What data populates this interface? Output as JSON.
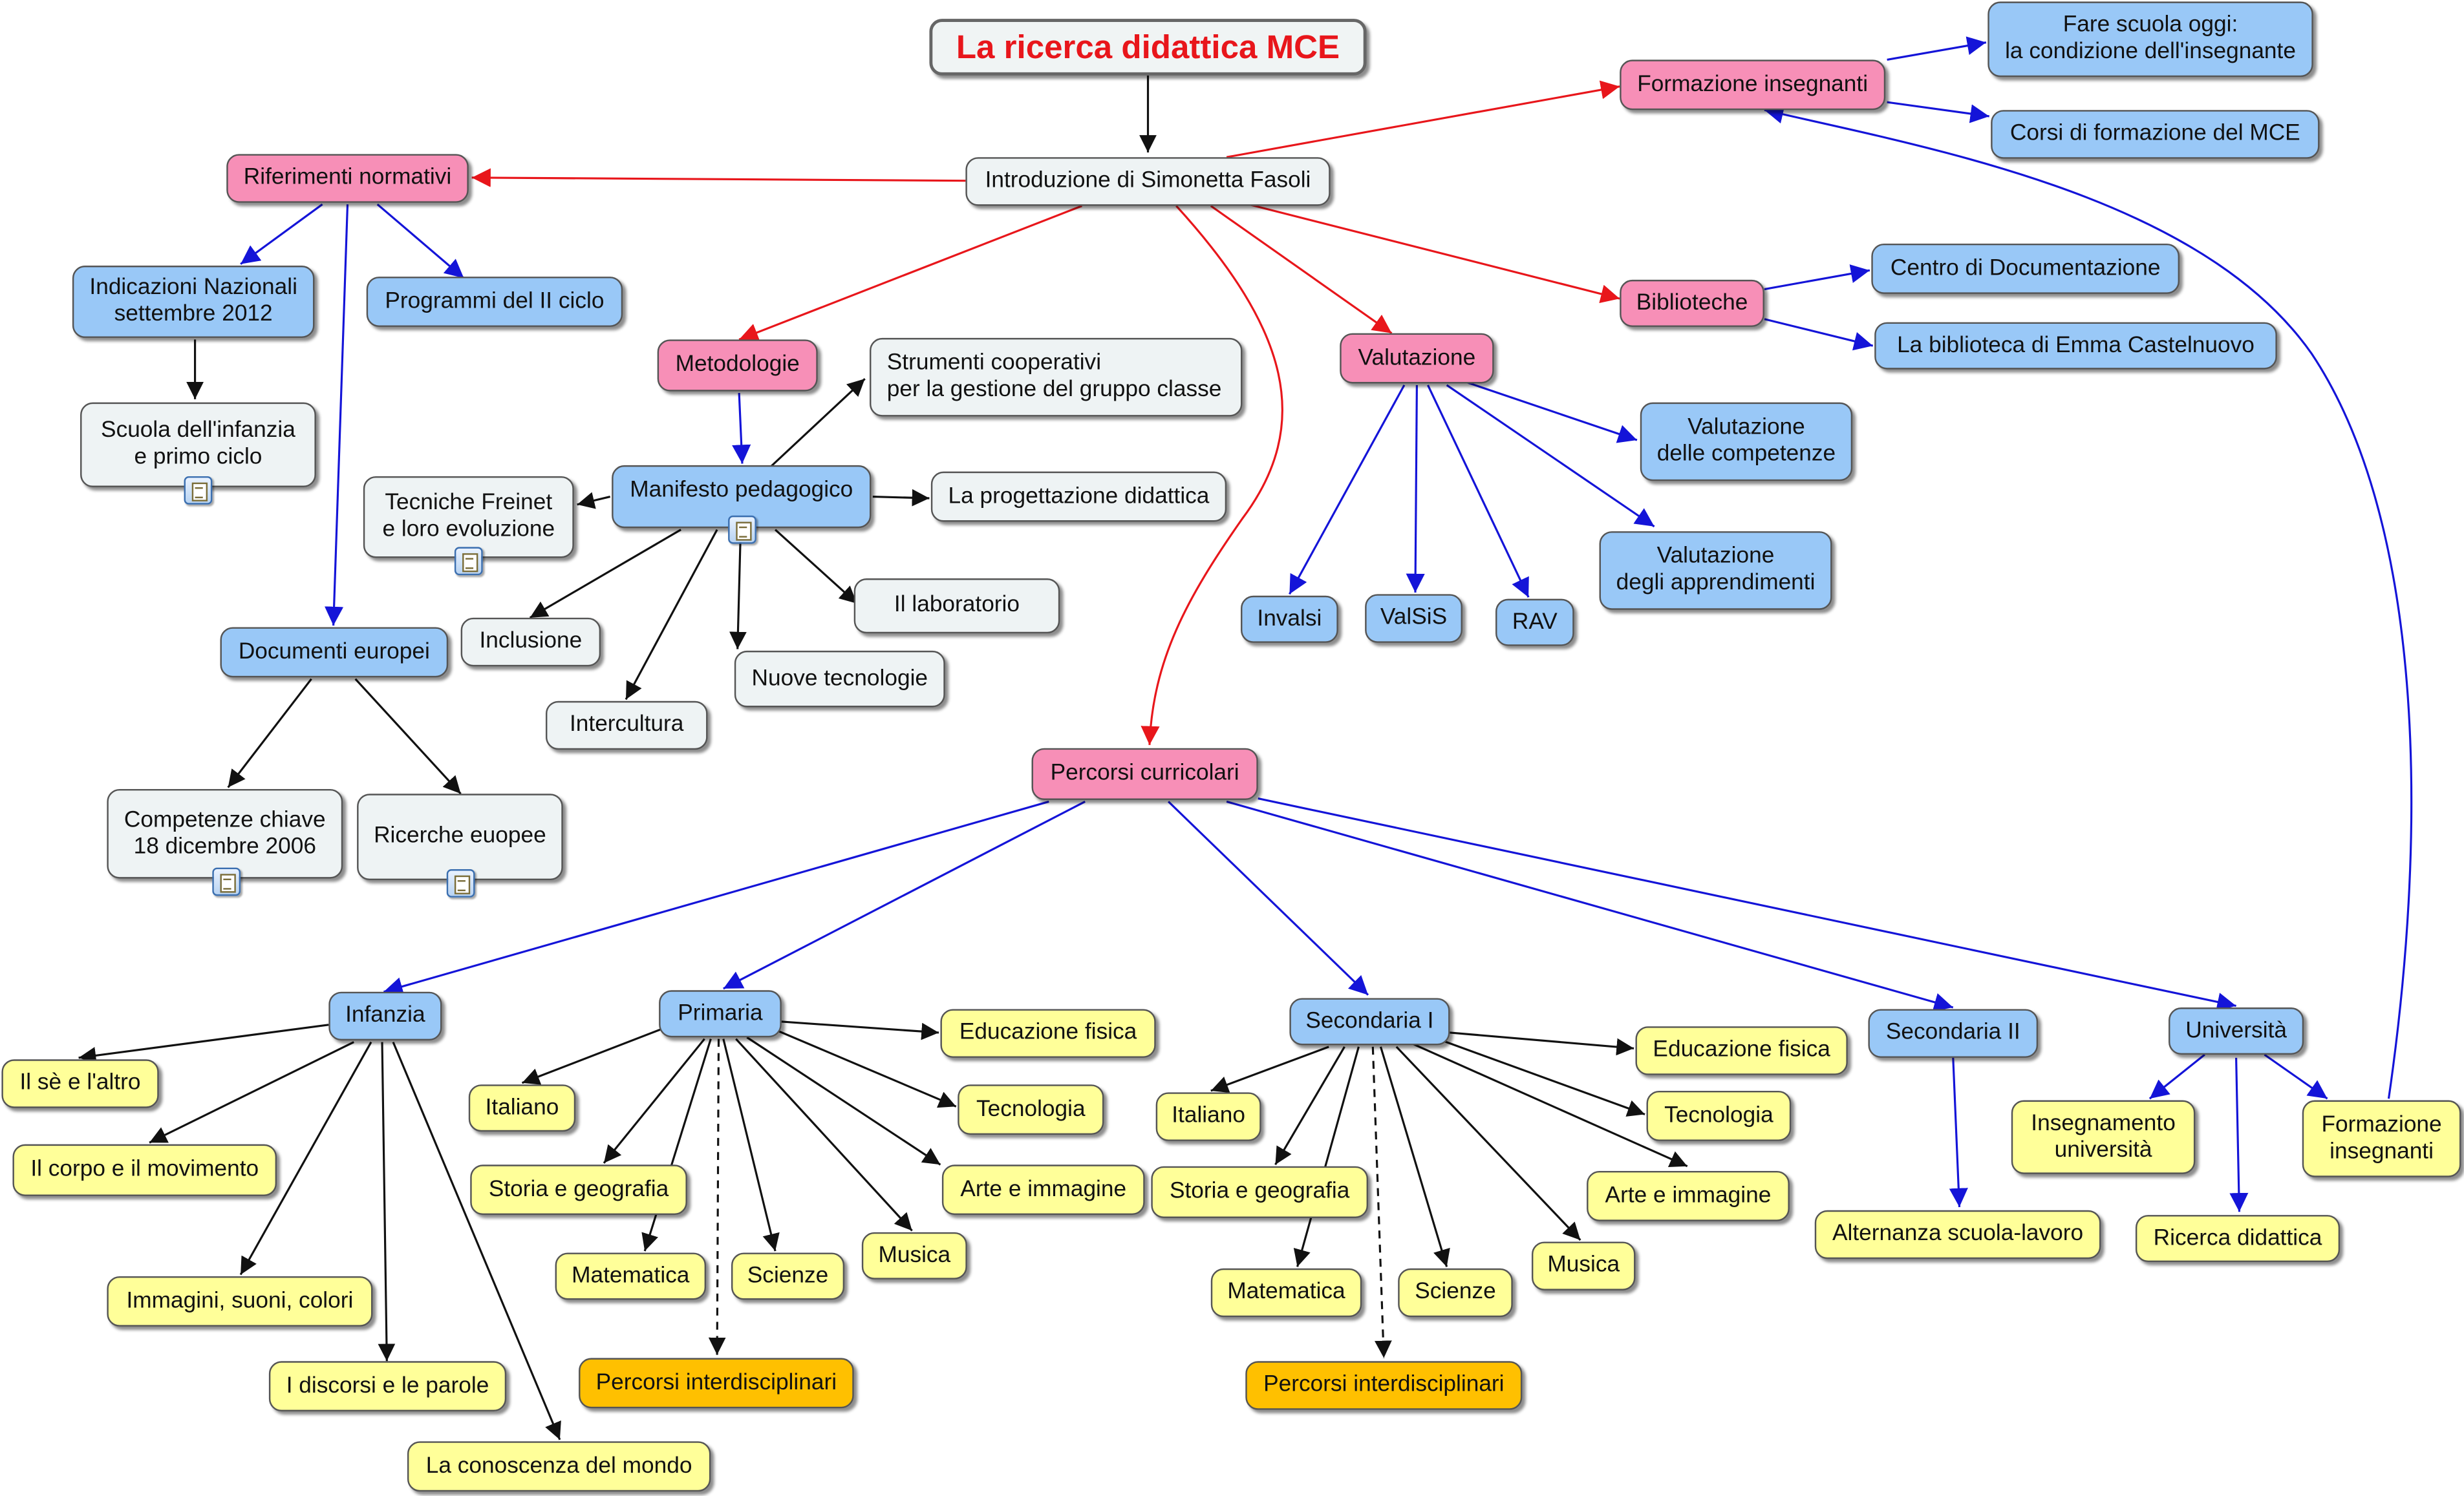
{
  "diagram": {
    "title": "La ricerca didattica MCE",
    "colors": {
      "red_link": "#e8161b",
      "blue_link": "#1414d8",
      "black_link": "#111111",
      "pink_node": "#f78fb7",
      "blue_node": "#99c8f7",
      "grey_node": "#eef3f4",
      "yellow_node": "#ffff99",
      "orange_node": "#ffc000"
    },
    "nodes": {
      "introduzione": "Introduzione di Simonetta Fasoli",
      "riferimenti": "Riferimenti normativi",
      "indicazioni": "Indicazioni Nazionali\nsettembre 2012",
      "programmi": "Programmi del II ciclo",
      "scuola_infanzia": "Scuola dell'infanzia\ne primo ciclo",
      "documenti_europei": "Documenti europei",
      "competenze_chiave": "Competenze chiave\n18 dicembre 2006",
      "ricerche_europee": "Ricerche euopee",
      "metodologie": "Metodologie",
      "strumenti": "Strumenti cooperativi\nper la gestione del gruppo classe",
      "manifesto": "Manifesto pedagogico",
      "tecniche_freinet": "Tecniche Freinet\ne loro evoluzione",
      "progettazione": "La progettazione didattica",
      "laboratorio": "Il laboratorio",
      "inclusione": "Inclusione",
      "nuove_tecnologie": "Nuove tecnologie",
      "intercultura": "Intercultura",
      "valutazione": "Valutazione",
      "val_competenze": "Valutazione\ndelle competenze",
      "val_apprendimenti": "Valutazione\ndegli apprendimenti",
      "invalsi": "Invalsi",
      "valsis": "ValSiS",
      "rav": "RAV",
      "biblioteche": "Biblioteche",
      "centro_doc": "Centro di Documentazione",
      "biblioteca_emma": "La biblioteca di Emma Castelnuovo",
      "formazione": "Formazione insegnanti",
      "fare_scuola": "Fare scuola oggi:\nla condizione dell'insegnante",
      "corsi": "Corsi di formazione del MCE",
      "percorsi": "Percorsi curricolari",
      "infanzia": "Infanzia",
      "se_altro": "Il sè e l'altro",
      "corpo": "Il corpo e il movimento",
      "immagini": "Immagini, suoni, colori",
      "discorsi": "I discorsi e le parole",
      "conoscenza": "La conoscenza del mondo",
      "primaria": "Primaria",
      "p_italiano": "Italiano",
      "p_storia": "Storia e geografia",
      "p_matematica": "Matematica",
      "p_scienze": "Scienze",
      "p_musica": "Musica",
      "p_arte": "Arte e immagine",
      "p_tecnologia": "Tecnologia",
      "p_ed_fisica": "Educazione fisica",
      "p_interdisc": "Percorsi interdisciplinari",
      "secondaria1": "Secondaria I",
      "s_italiano": "Italiano",
      "s_storia": "Storia e geografia",
      "s_matematica": "Matematica",
      "s_scienze": "Scienze",
      "s_musica": "Musica",
      "s_arte": "Arte e immagine",
      "s_tecnologia": "Tecnologia",
      "s_ed_fisica": "Educazione fisica",
      "s_interdisc": "Percorsi interdisciplinari",
      "secondaria2": "Secondaria II",
      "alternanza": "Alternanza scuola-lavoro",
      "universita": "Università",
      "insegnamento_uni": "Insegnamento\nuniversità",
      "ricerca_did": "Ricerca didattica",
      "formazione_ins_uni": "Formazione\ninsegnanti"
    }
  }
}
